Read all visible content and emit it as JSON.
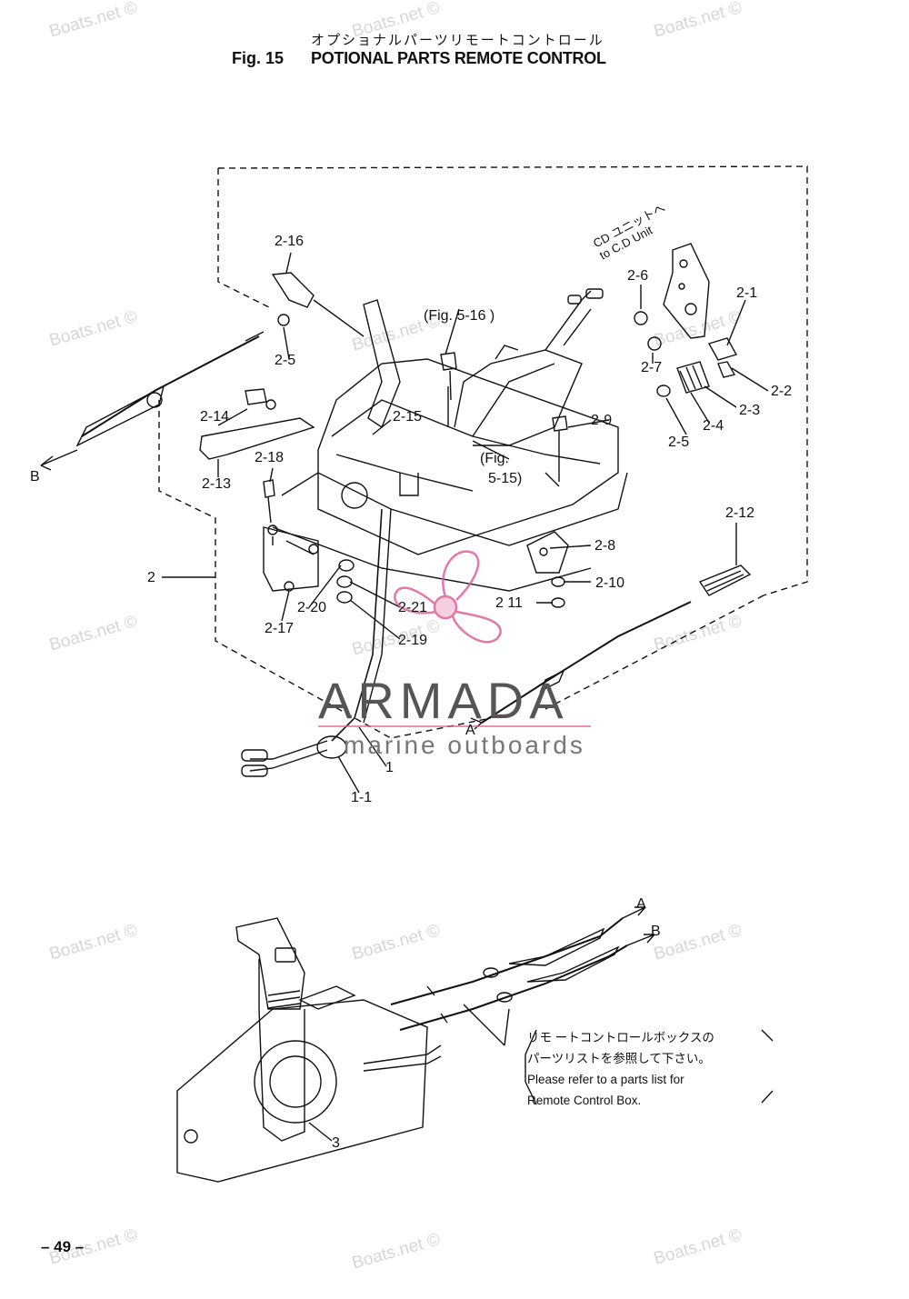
{
  "header": {
    "title_jp": "オプショナルパーツリモートコントロール",
    "fig_label": "Fig. 15",
    "title_en": "POTIONAL PARTS REMOTE CONTROL"
  },
  "watermark": {
    "text": "Boats.net ©"
  },
  "logo": {
    "brand": "ARMADA",
    "tagline": "marine outboards",
    "accent_color": "#e0609a"
  },
  "cd_unit_note": {
    "jp": "CD ユニットへ",
    "en": "to C.D Unit"
  },
  "callouts": [
    "2-16",
    "2-5",
    "2-14",
    "2-13",
    "2-18",
    "2-15",
    "2-6",
    "2-1",
    "2-7",
    "2-2",
    "2-3",
    "2-4",
    "2-5",
    "2-9",
    "2-12",
    "2-8",
    "2-10",
    "2 11",
    "2-21",
    "2-20",
    "2-19",
    "2-17",
    "2",
    "B",
    "A",
    "1",
    "1-1",
    "(Fig. 5-16 )",
    "(Fig.",
    "5-15)",
    "A",
    "B",
    "3"
  ],
  "note": {
    "jp_line1": "リモ ートコントロールボックスの",
    "jp_line2": "パーツリストを参照して下さい。",
    "en_line1": "Please refer to a parts list for",
    "en_line2": "Remote Control Box."
  },
  "page_number": "– 49 –"
}
